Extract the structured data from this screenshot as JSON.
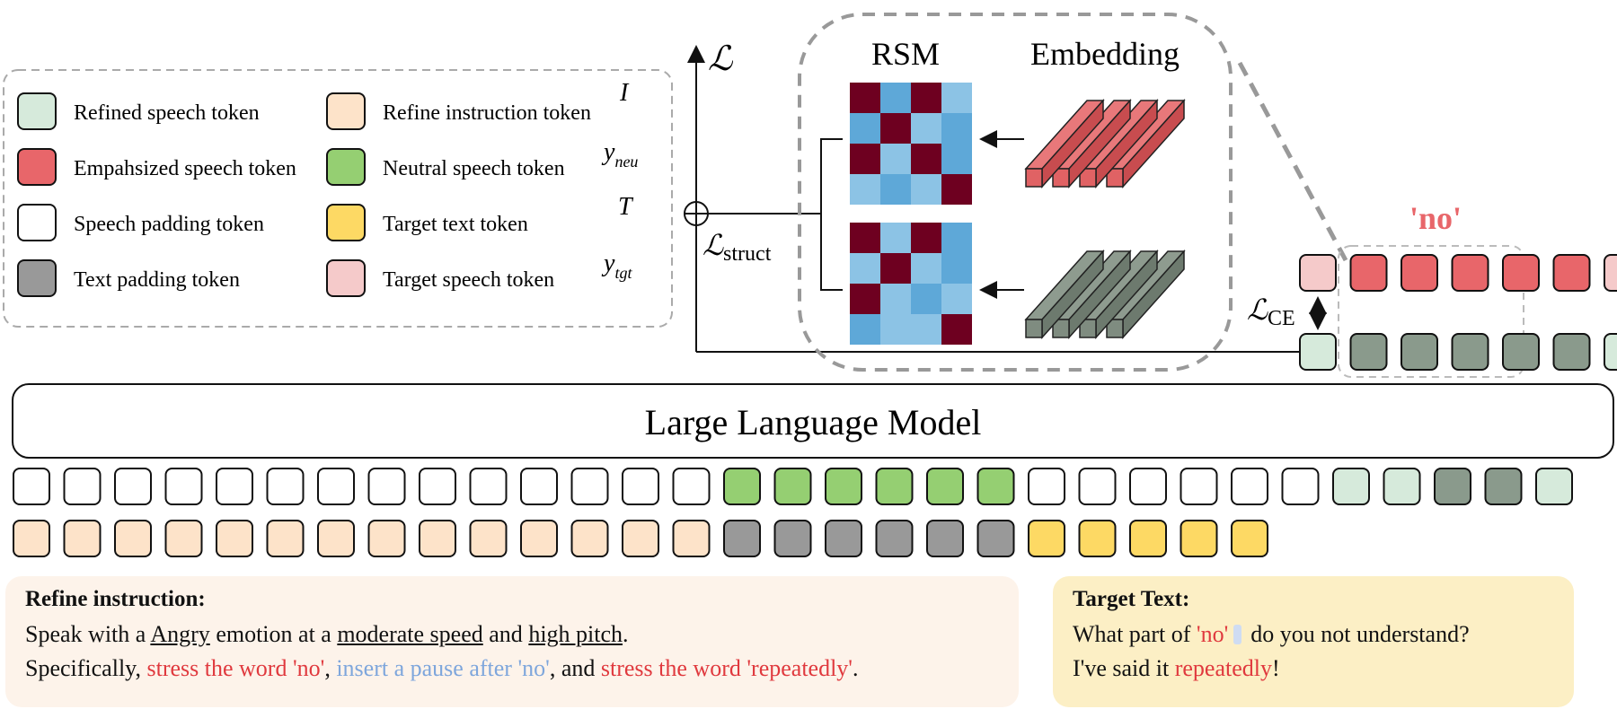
{
  "legend": {
    "items": [
      {
        "label": "Refined speech token",
        "color": "#d6eadb"
      },
      {
        "label": "Empahsized speech token",
        "color": "#e8666a"
      },
      {
        "label": "Speech padding token",
        "color": "#ffffff"
      },
      {
        "label": "Text padding token",
        "color": "#999999"
      },
      {
        "label": "Refine instruction token",
        "color": "#fde3c9"
      },
      {
        "label": "Neutral speech token",
        "color": "#95cf72"
      },
      {
        "label": "Target text token",
        "color": "#fdd964"
      },
      {
        "label": "Target speech token",
        "color": "#f5caca"
      }
    ],
    "symbols": [
      "I",
      "neu",
      "T",
      "tgt"
    ]
  },
  "loss": {
    "main": "ℒ",
    "struct_sub": "struct",
    "ce_sub": "CE"
  },
  "zoom": {
    "rsm_label": "RSM",
    "embedding_label": "Embedding",
    "rsm_top": [
      [
        3,
        2,
        3,
        1
      ],
      [
        2,
        3,
        1,
        2
      ],
      [
        3,
        1,
        3,
        2
      ],
      [
        1,
        2,
        1,
        3
      ]
    ],
    "rsm_bottom": [
      [
        3,
        1,
        3,
        2
      ],
      [
        1,
        3,
        1,
        2
      ],
      [
        3,
        1,
        2,
        1
      ],
      [
        2,
        1,
        1,
        3
      ]
    ],
    "rsm_colors": [
      "#3a8dc8",
      "#8cc3e5",
      "#5ea8d8",
      "#6e0020"
    ]
  },
  "focus_word": "'no'",
  "llm_label": "Large Language Model",
  "sequence": {
    "output_row": [
      "pink",
      "red",
      "red",
      "red",
      "red",
      "red",
      "pink"
    ],
    "input_row": [
      "lightgreen",
      "darkgray",
      "darkgray",
      "darkgray",
      "darkgray",
      "darkgray",
      "lightgreen"
    ],
    "speech_row": [
      "white",
      "white",
      "white",
      "white",
      "white",
      "white",
      "white",
      "white",
      "white",
      "white",
      "white",
      "white",
      "white",
      "white",
      "green",
      "green",
      "green",
      "green",
      "green",
      "green",
      "white",
      "white",
      "white",
      "white",
      "white",
      "white",
      "lightgreen",
      "lightgreen",
      "darkgray",
      "darkgray",
      "lightgreen"
    ],
    "text_row": [
      "peach",
      "peach",
      "peach",
      "peach",
      "peach",
      "peach",
      "peach",
      "peach",
      "peach",
      "peach",
      "peach",
      "peach",
      "peach",
      "peach",
      "gray",
      "gray",
      "gray",
      "gray",
      "gray",
      "gray",
      "yellow",
      "yellow",
      "yellow",
      "yellow",
      "yellow"
    ]
  },
  "token_colors": {
    "white": "#ffffff",
    "peach": "#fde3c9",
    "green": "#95cf72",
    "lightgreen": "#d6eadb",
    "darkgray": "#8a9a8c",
    "gray": "#999999",
    "yellow": "#fdd964",
    "red": "#e8666a",
    "pink": "#f5caca"
  },
  "instruction": {
    "title": "Refine instruction:",
    "line1": {
      "a": "Speak with a ",
      "emotion": "Angry",
      "b": " emotion at a ",
      "speed": "moderate speed",
      "c": " and ",
      "pitch": "high pitch",
      "d": "."
    },
    "line2": {
      "a": "Specifically, ",
      "stress1": "stress the word 'no'",
      "b": ", ",
      "pause": "insert a pause after 'no'",
      "c": ", and ",
      "stress2": "stress the word 'repeatedly'",
      "d": "."
    }
  },
  "target_text": {
    "title": "Target Text:",
    "line1": {
      "a": "What part of ",
      "word": "'no'",
      "b": "do you not understand?"
    },
    "line2": {
      "a": "I've said it ",
      "word": "repeatedly",
      "b": "!"
    }
  }
}
